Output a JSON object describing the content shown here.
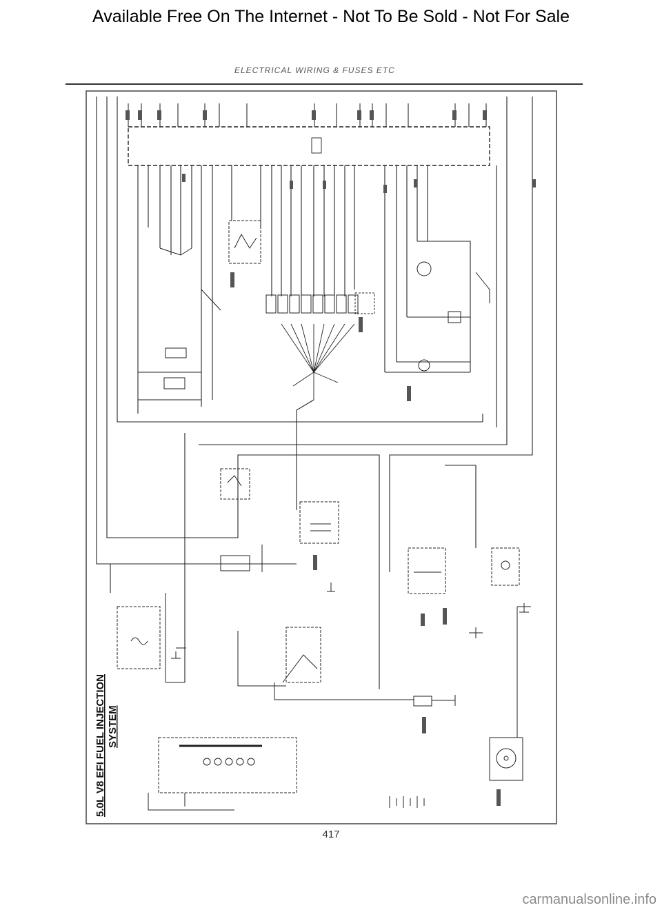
{
  "banner": "Available Free On The Internet - Not To Be Sold - Not For Sale",
  "header": "ELECTRICAL WIRING & FUSES ETC",
  "diagram_title": {
    "line1": "5.0L V8 EFI FUEL INJECTION",
    "line2": "SYSTEM"
  },
  "page_number": "417",
  "footer": "carmanualsonline.info",
  "colors": {
    "ink": "#222222",
    "frame": "#444444",
    "faint": "#9a9a9a"
  }
}
